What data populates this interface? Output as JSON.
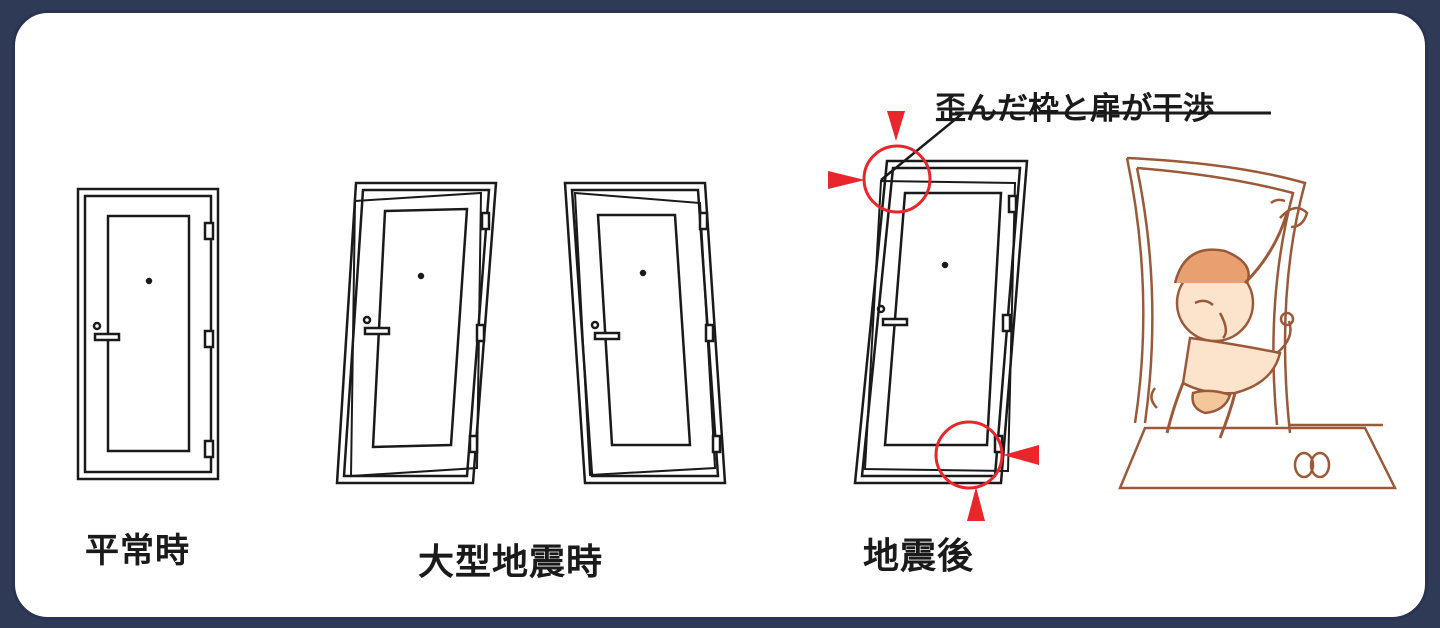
{
  "labels": {
    "normal": "平常時",
    "earthquake": "大型地震時",
    "after": "地震後",
    "interference": "歪んだ枠と扉が干渉"
  },
  "colors": {
    "outline": "#1a1a1a",
    "highlight": "#e8262c",
    "sketch": "#9a5a3a",
    "background": "#2f3a57"
  },
  "icons": [
    "door-icon",
    "tilted-door-icon",
    "warped-door-icon",
    "trapped-person-illustration"
  ]
}
